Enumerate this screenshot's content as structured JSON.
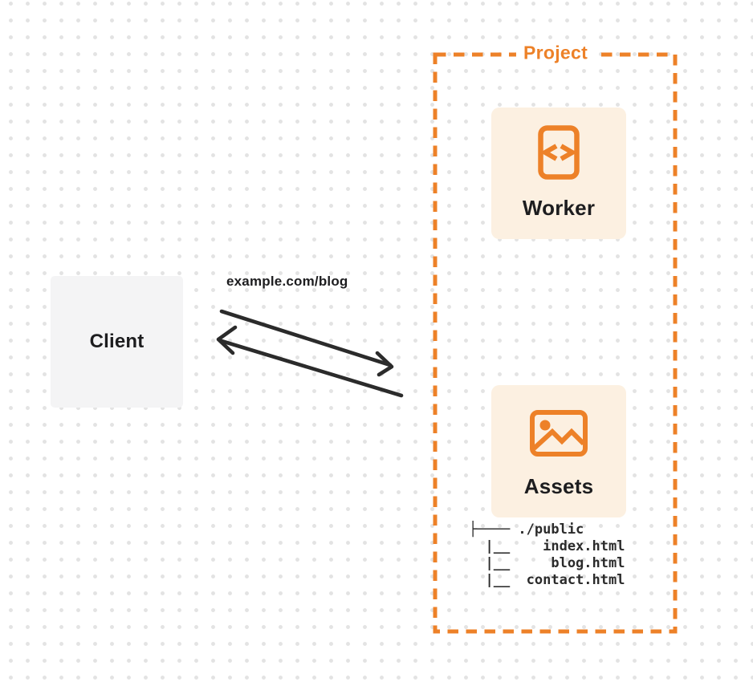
{
  "colors": {
    "accent": "#ED8128",
    "card_background": "#FCF0E1",
    "client_background": "#F4F4F5",
    "arrow": "#2B2B2B",
    "text_dark": "#1D1D1F",
    "background_dot": "#E3E3E3",
    "background": "#FFFFFF"
  },
  "client": {
    "label": "Client"
  },
  "request": {
    "url_label": "example.com/blog"
  },
  "project": {
    "label": "Project",
    "worker": {
      "label": "Worker",
      "icon": "code-document-icon"
    },
    "assets": {
      "label": "Assets",
      "icon": "image-icon",
      "file_tree": [
        "├──── ./public",
        "  |__    index.html",
        "  |__     blog.html",
        "  |__  contact.html"
      ]
    }
  }
}
